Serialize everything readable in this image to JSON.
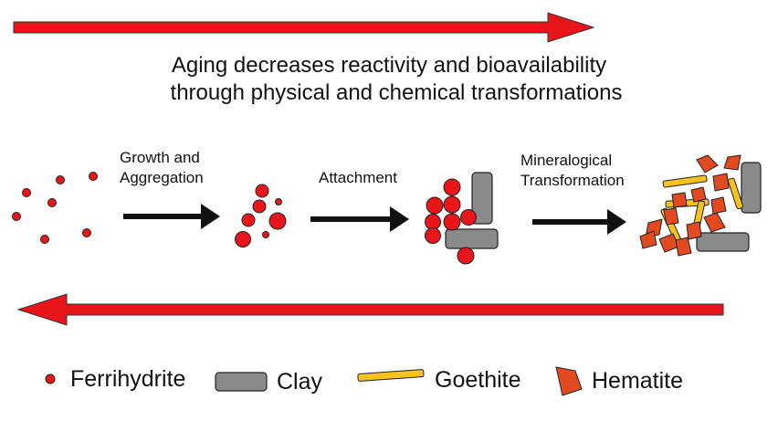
{
  "caption": {
    "line1": "Aging decreases reactivity and bioavailability",
    "line2": "through physical and chemical transformations"
  },
  "steps": [
    {
      "line1": "Growth and",
      "line2": "Aggregation"
    },
    {
      "line1": "Attachment",
      "line2": ""
    },
    {
      "line1": "Mineralogical",
      "line2": "Transformation"
    }
  ],
  "legend": {
    "ferrihydrite": "Ferrihydrite",
    "clay": "Clay",
    "goethite": "Goethite",
    "hematite": "Hematite"
  },
  "colors": {
    "arrow_red": "#e8151b",
    "ferrihydrite": "#e8151b",
    "clay": "#8a8a8a",
    "goethite": "#f6c21b",
    "hematite": "#e24a1f",
    "process_arrow": "#111111",
    "outline": "#222222"
  }
}
